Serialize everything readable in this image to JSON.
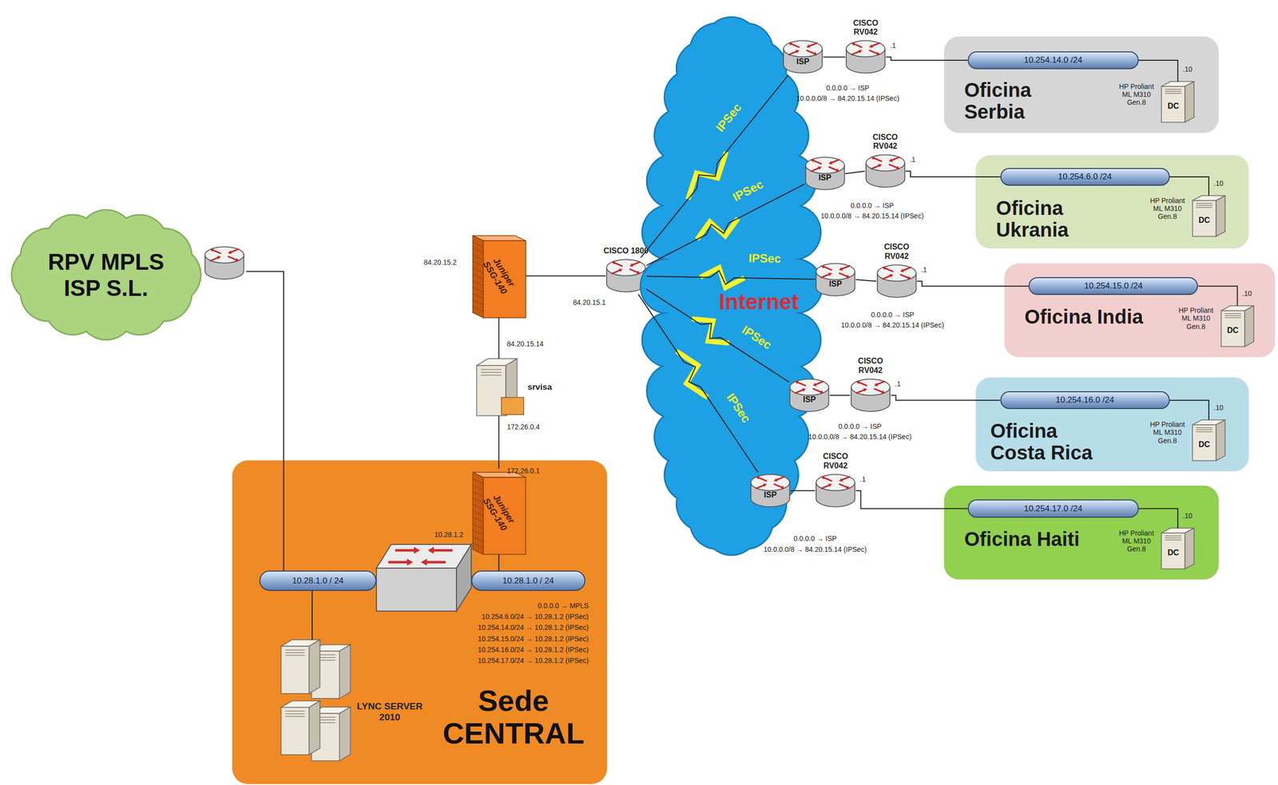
{
  "diagram": {
    "nodes": [
      {
        "text": [
          "RPV MPLS ISP S.L."
        ]
      },
      {
        "text": [
          "Juniper SSG-140"
        ]
      },
      {
        "text": [
          "CISCO 1800"
        ]
      },
      {
        "text": [
          "srvisa"
        ]
      },
      {
        "text": [
          "Internet"
        ]
      },
      {
        "text": [
          "Sede CENTRAL"
        ]
      },
      {
        "text": [
          "Juniper SSG-140"
        ],
        "in": 5
      },
      {
        "text": [
          "10.28.1.0 / 24"
        ],
        "in": 5
      },
      {
        "text": [
          "10.28.1.0 / 24"
        ],
        "in": 5
      },
      {
        "text": [
          "LYNC SERVER 2010"
        ],
        "in": 5
      },
      {
        "text": [
          "ISP"
        ]
      },
      {
        "text": [
          "CISCO RV042"
        ]
      },
      {
        "text": [
          "Oficina Serbia"
        ]
      },
      {
        "text": [
          "10.254.14.0 /24"
        ],
        "in": 12
      },
      {
        "text": [
          "DC"
        ],
        "in": 12
      },
      {
        "text": [
          "ISP"
        ]
      },
      {
        "text": [
          "CISCO RV042"
        ]
      },
      {
        "text": [
          "Oficina Ukrania"
        ]
      },
      {
        "text": [
          "10.254.6.0 /24"
        ],
        "in": 17
      },
      {
        "text": [
          "DC"
        ],
        "in": 17
      },
      {
        "text": [
          "ISP"
        ]
      },
      {
        "text": [
          "CISCO RV042"
        ]
      },
      {
        "text": [
          "Oficina India"
        ]
      },
      {
        "text": [
          "10.254.15.0 /24"
        ],
        "in": 22
      },
      {
        "text": [
          "DC"
        ],
        "in": 22
      },
      {
        "text": [
          "ISP"
        ]
      },
      {
        "text": [
          "CISCO RV042"
        ]
      },
      {
        "text": [
          "Oficina Costa Rica"
        ]
      },
      {
        "text": [
          "10.254.16.0 /24"
        ],
        "in": 27
      },
      {
        "text": [
          "DC"
        ],
        "in": 27
      },
      {
        "text": [
          "ISP"
        ]
      },
      {
        "text": [
          "CISCO RV042"
        ]
      },
      {
        "text": [
          "Oficina Haiti"
        ]
      },
      {
        "text": [
          "10.254.17.0 /24"
        ],
        "in": 32
      },
      {
        "text": [
          "DC"
        ],
        "in": 32
      }
    ],
    "edges": [
      {
        "from": 0,
        "to": 7,
        "arrow": "none"
      },
      {
        "from": 1,
        "to": 2,
        "arrow": "none"
      },
      {
        "from": 1,
        "to": 3,
        "arrow": "none"
      },
      {
        "from": 3,
        "to": 6,
        "arrow": "none"
      },
      {
        "from": 6,
        "to": 8,
        "arrow": "none"
      },
      {
        "from": 9,
        "to": 7,
        "arrow": "none"
      },
      {
        "from": 2,
        "to": 10,
        "arrow": "none",
        "label": "IPSec"
      },
      {
        "from": 10,
        "to": 11,
        "arrow": "none"
      },
      {
        "from": 11,
        "to": 13,
        "arrow": "none"
      },
      {
        "from": 13,
        "to": 14,
        "arrow": "none"
      },
      {
        "from": 2,
        "to": 15,
        "arrow": "none",
        "label": "IPSec"
      },
      {
        "from": 15,
        "to": 16,
        "arrow": "none"
      },
      {
        "from": 16,
        "to": 18,
        "arrow": "none"
      },
      {
        "from": 18,
        "to": 19,
        "arrow": "none"
      },
      {
        "from": 2,
        "to": 20,
        "arrow": "none",
        "label": "IPSec"
      },
      {
        "from": 20,
        "to": 21,
        "arrow": "none"
      },
      {
        "from": 21,
        "to": 23,
        "arrow": "none"
      },
      {
        "from": 23,
        "to": 24,
        "arrow": "none"
      },
      {
        "from": 2,
        "to": 25,
        "arrow": "none",
        "label": "IPSec"
      },
      {
        "from": 25,
        "to": 26,
        "arrow": "none"
      },
      {
        "from": 26,
        "to": 28,
        "arrow": "none"
      },
      {
        "from": 28,
        "to": 29,
        "arrow": "none"
      },
      {
        "from": 2,
        "to": 30,
        "arrow": "none",
        "label": "IPSec"
      },
      {
        "from": 30,
        "to": 31,
        "arrow": "none"
      },
      {
        "from": 31,
        "to": 33,
        "arrow": "none"
      },
      {
        "from": 33,
        "to": 34,
        "arrow": "none"
      }
    ],
    "labels": [
      "84.20.15.2",
      "84.20.15.1",
      "84.20.15.14",
      "172.26.0.4",
      "172.26.0.1",
      "10.28.1.2",
      "0.0.0.0 → MPLS",
      "10.254.6.0/24 → 10.28.1.2 (IPSec)",
      "10.254.14.0/24 → 10.28.1.2 (IPSec)",
      "10.254.15.0/24 → 10.28.1.2 (IPSec)",
      "10.254.16.0/24 → 10.28.1.2 (IPSec)",
      "10.254.17.0/24 → 10.28.1.2 (IPSec)",
      "0.0.0.0 → ISP",
      "10.0.0.0/8 → 84.20.15.14 (IPSec)",
      ".1",
      ".10",
      "HP Proliant ML M310 Gen.8",
      "0.0.0.0 → ISP",
      "10.0.0.0/8 → 84.20.15.14 (IPSec)",
      ".1",
      ".10",
      "HP Proliant ML M310 Gen.8",
      "0.0.0.0 → ISP",
      "10.0.0.0/8 → 84.20.15.14 (IPSec)",
      ".1",
      ".10",
      "HP Proliant ML M310 Gen.8",
      "0.0.0.0 → ISP",
      "10.0.0.0/8 → 84.20.15.14 (IPSec)",
      ".1",
      ".10",
      "HP Proliant ML M310 Gen.8",
      "0.0.0.0 → ISP",
      "10.0.0.0/8 → 84.20.15.14 (IPSec)",
      ".1",
      ".10",
      "HP Proliant ML M310 Gen.8"
    ]
  }
}
